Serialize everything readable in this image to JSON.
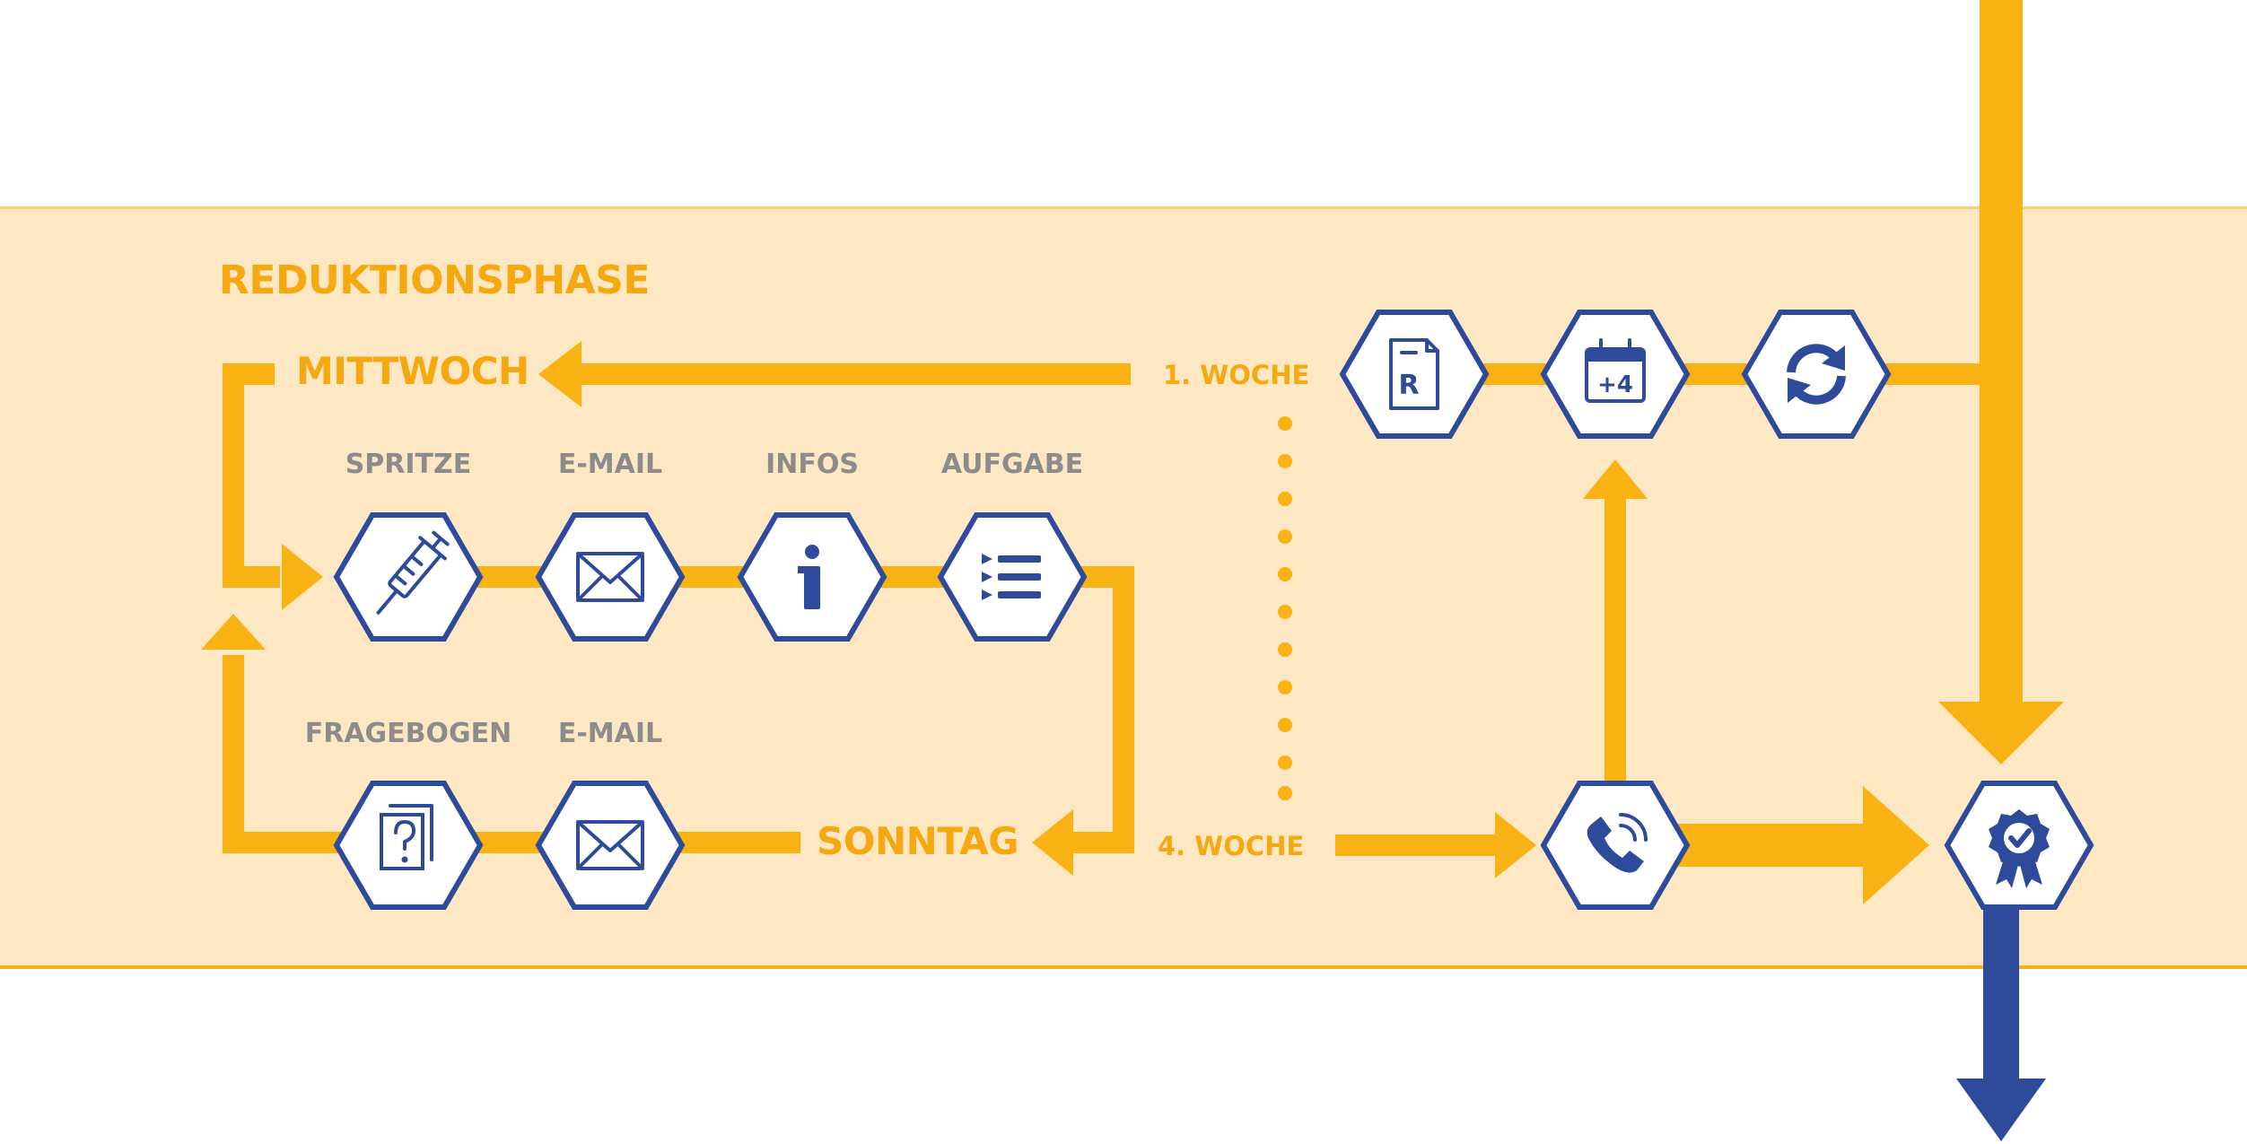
{
  "title": "REDUKTIONSPHASE",
  "days": {
    "wednesday": "MITTWOCH",
    "sunday": "SONNTAG"
  },
  "weeks": {
    "first": "1. WOCHE",
    "fourth": "4. WOCHE"
  },
  "steps": {
    "top_row": [
      {
        "label": "SPRITZE",
        "icon": "syringe-icon"
      },
      {
        "label": "E-MAIL",
        "icon": "envelope-icon"
      },
      {
        "label": "INFOS",
        "icon": "info-icon"
      },
      {
        "label": "AUFGABE",
        "icon": "task-list-icon"
      }
    ],
    "bottom_row": [
      {
        "label": "FRAGEBOGEN",
        "icon": "questionnaire-icon"
      },
      {
        "label": "E-MAIL",
        "icon": "envelope-icon"
      }
    ]
  },
  "right_icons": {
    "prescription_letter": "R",
    "calendar_text": "+4",
    "cycle": "refresh-icon",
    "phone": "phone-icon",
    "certificate": "award-icon"
  },
  "colors": {
    "band": "#fde8c3",
    "flow": "#f9b214",
    "icon": "#2e4b9b",
    "label": "#8c8c8c"
  }
}
